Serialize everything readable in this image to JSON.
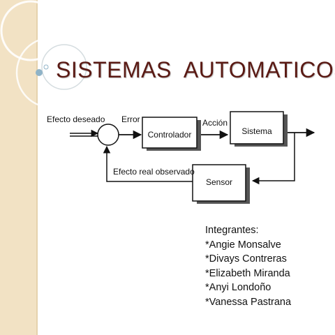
{
  "title": "SISTEMAS  AUTOMATICOS",
  "diagram": {
    "blocks": {
      "controller": "Controlador",
      "system": "Sistema",
      "sensor": "Sensor"
    },
    "signals": {
      "desired": "Efecto deseado",
      "error": "Error",
      "action": "Acción",
      "feedback": "Efecto real observado"
    }
  },
  "team": {
    "heading": "Integrantes:",
    "members": [
      "*Angie Monsalve",
      "*Divays Contreras",
      "*Elizabeth Miranda",
      "*Anyi Londoño",
      "*Vanessa Pastrana"
    ]
  }
}
